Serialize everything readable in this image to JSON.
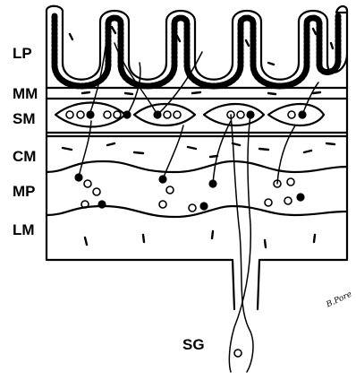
{
  "diagram": {
    "labels": {
      "lp": "LP",
      "mm": "MM",
      "sm": "SM",
      "cm": "CM",
      "mp": "MP",
      "lm": "LM",
      "sg": "SG"
    },
    "signature": "B.Pore",
    "colors": {
      "ink": "#000000",
      "paper": "#ffffff"
    }
  }
}
